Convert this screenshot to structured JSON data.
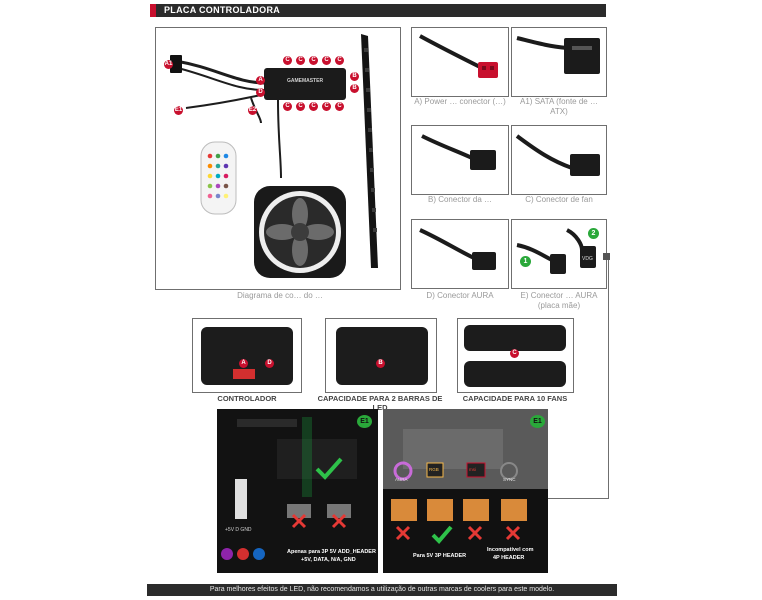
{
  "header": {
    "title": "PLACA CONTROLADORA"
  },
  "main_panel": {
    "label_text": "Diagrama de co… do …",
    "callouts": {
      "a1": "A1",
      "e1": "E1",
      "e2": "E2",
      "a": "A",
      "b": "B",
      "c": "C",
      "d": "D"
    },
    "hub_brand": "GAMEMASTER"
  },
  "connector_panels": [
    {
      "label": "A) Power … conector (…)"
    },
    {
      "label": "A1) SATA (fonte de … ATX)"
    },
    {
      "label": "B) Conector da …"
    },
    {
      "label": "C) Conector de fan"
    },
    {
      "label": "D) Conector AURA"
    },
    {
      "label": "E) Conector … AURA (placa mãe)"
    }
  ],
  "aura_markers": {
    "one": "1",
    "two": "2",
    "tag": "VDG"
  },
  "captions": {
    "controller": "CONTROLADOR",
    "led_bars": "CAPACIDADE PARA 2 BARRAS DE LED",
    "fans": "CAPACIDADE PARA 10 FANS"
  },
  "controller_badges": {
    "a": "A",
    "d": "D",
    "b": "B",
    "c": "C"
  },
  "photo_left": {
    "badge": "E1",
    "caption_1": "Apenas para 3P 5V ADD_HEADER",
    "caption_2": "+5V, DATA, N/A, GND",
    "pin_label": "+5V  D  GND"
  },
  "photo_right": {
    "badge": "E1",
    "caption_ok": "Para 5V 3P HEADER",
    "caption_bad_1": "Incompatível com",
    "caption_bad_2": "4P HEADER",
    "logos": [
      "AURA",
      "RGB",
      "msi",
      "SYNC"
    ]
  },
  "footer": {
    "text": "Para melhores efeitos de LED, não recomendamos a utilização de outras marcas de coolers para este modelo."
  },
  "colors": {
    "accent_red": "#c8102e",
    "accent_green": "#2aa83a",
    "bar_dark": "#2b2b2b"
  }
}
